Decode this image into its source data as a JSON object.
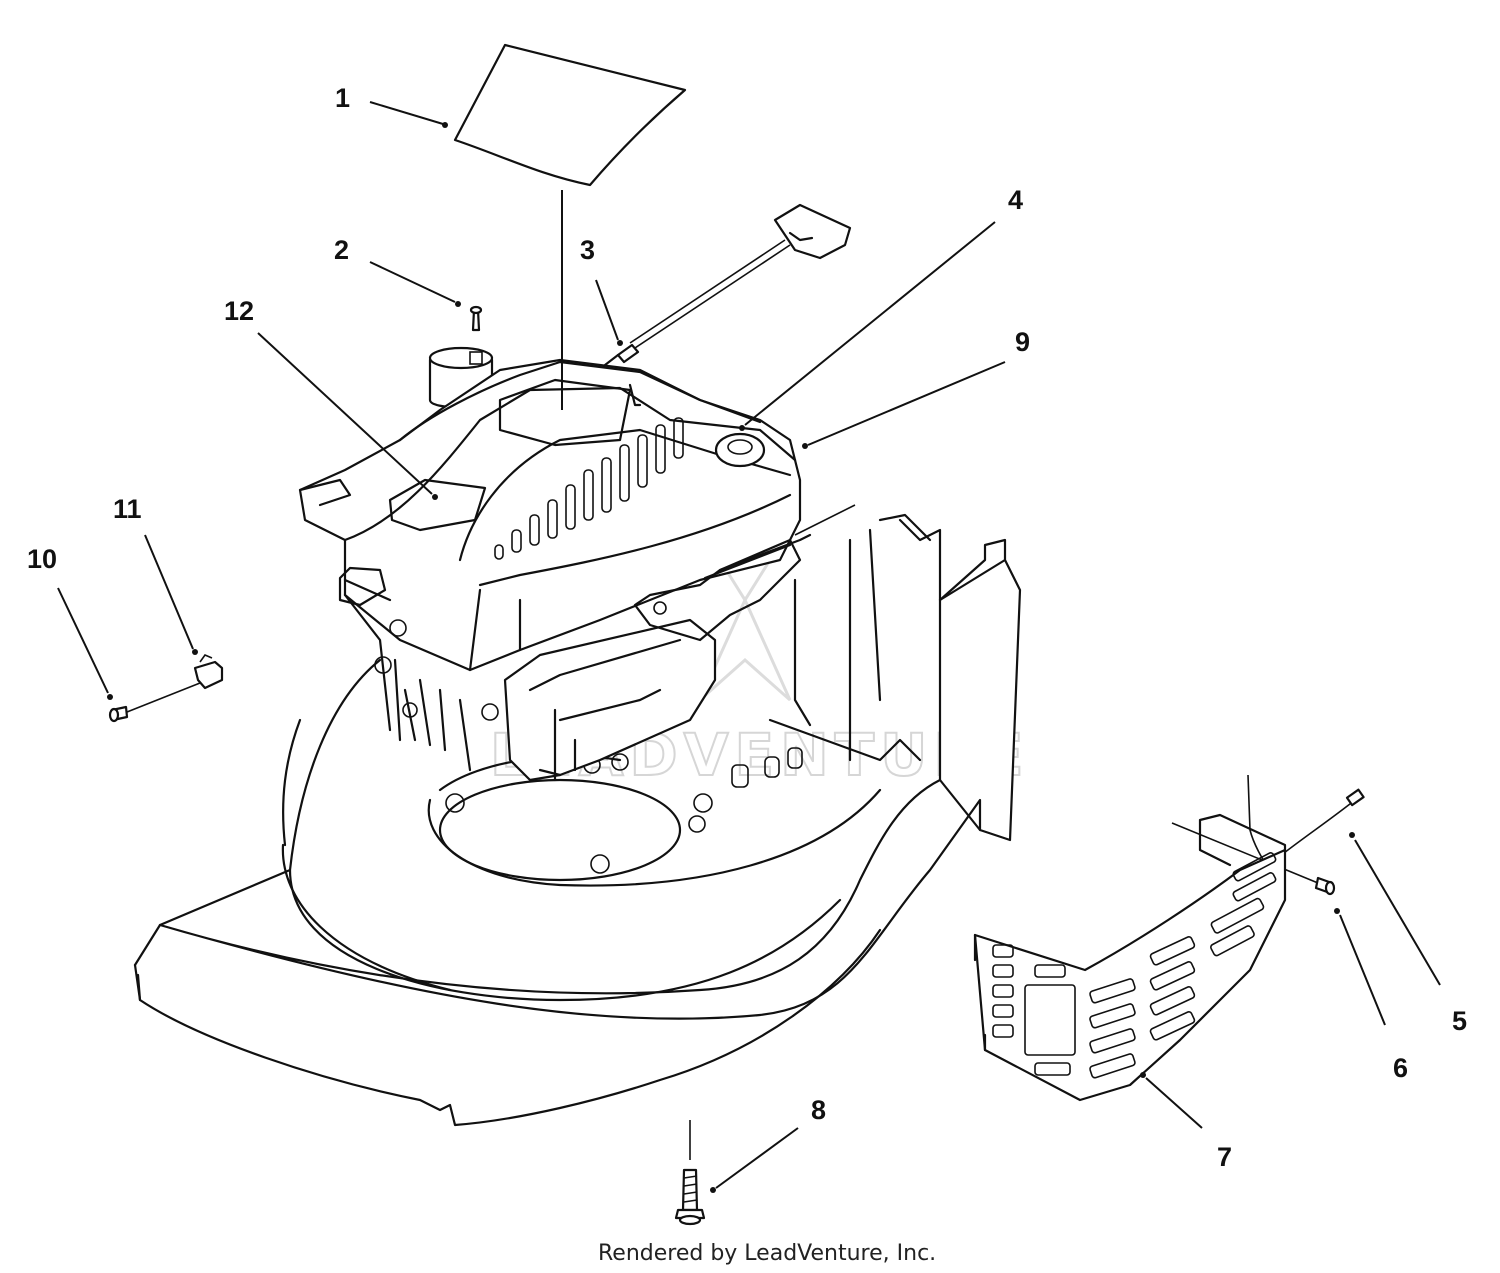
{
  "callouts": [
    {
      "id": "1",
      "label": "1"
    },
    {
      "id": "2",
      "label": "2"
    },
    {
      "id": "3",
      "label": "3"
    },
    {
      "id": "4",
      "label": "4"
    },
    {
      "id": "5",
      "label": "5"
    },
    {
      "id": "6",
      "label": "6"
    },
    {
      "id": "7",
      "label": "7"
    },
    {
      "id": "8",
      "label": "8"
    },
    {
      "id": "9",
      "label": "9"
    },
    {
      "id": "10",
      "label": "10"
    },
    {
      "id": "11",
      "label": "11"
    },
    {
      "id": "12",
      "label": "12"
    }
  ],
  "watermark": {
    "text": "LEADVENTURE"
  },
  "footer": {
    "credit": "Rendered by LeadVenture, Inc."
  },
  "colors": {
    "line": "#111111",
    "background": "#ffffff",
    "watermark": "#d6d6d6"
  }
}
